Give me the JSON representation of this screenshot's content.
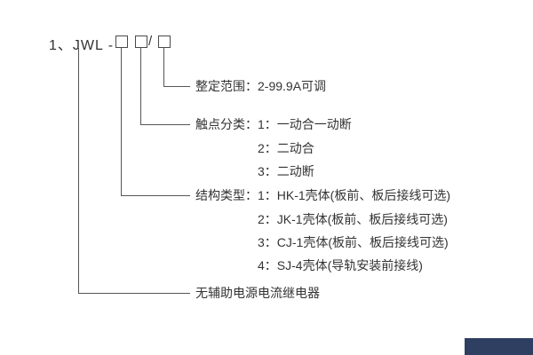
{
  "title": {
    "prefix": "1、JWL -",
    "separator": "/"
  },
  "entries": {
    "range": {
      "label": "整定范围：2-99.9A可调"
    },
    "contact": {
      "label": "触点分类：1：一动合一动断",
      "item2": "2：二动合",
      "item3": "3：二动断"
    },
    "structure": {
      "label": "结构类型：1：HK-1壳体(板前、板后接线可选)",
      "item2": "2：JK-1壳体(板前、板后接线可选)",
      "item3": "3：CJ-1壳体(板前、板后接线可选)",
      "item4": "4：SJ-4壳体(导轨安装前接线)"
    },
    "relay": {
      "label": "无辅助电源电流继电器"
    }
  },
  "colors": {
    "line": "#555555",
    "text": "#333333",
    "watermark_bg": "#2f3f62"
  }
}
